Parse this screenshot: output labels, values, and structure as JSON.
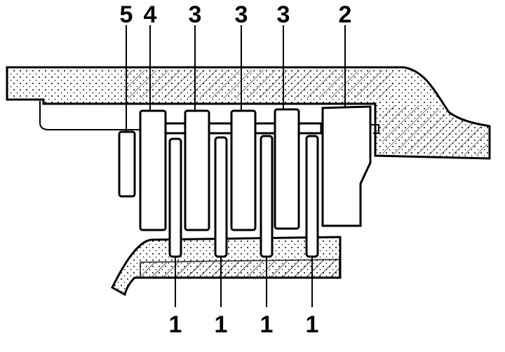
{
  "callouts": {
    "top": [
      "5",
      "4",
      "3",
      "3",
      "3",
      "2"
    ],
    "bottom": [
      "1",
      "1",
      "1",
      "1"
    ]
  },
  "colors": {
    "ink": "#000000",
    "paper": "#ffffff"
  }
}
